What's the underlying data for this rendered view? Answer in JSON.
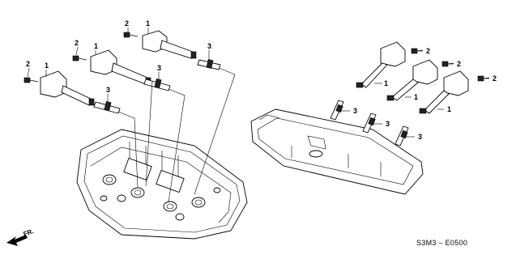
{
  "diagram_code": "S3M3 – E0500",
  "direction_label": "FR.",
  "callouts": {
    "left_bolt_1": "2",
    "left_coil_1": "1",
    "left_bolt_2": "2",
    "left_coil_2": "1",
    "left_bolt_3": "2",
    "left_coil_3": "1",
    "left_plug_1": "3",
    "left_plug_2": "3",
    "left_plug_3": "3",
    "right_bolt_1": "2",
    "right_bolt_2": "2",
    "right_bolt_3": "2",
    "right_coil_1": "1",
    "right_coil_2": "1",
    "right_coil_3": "1",
    "right_plug_1": "3",
    "right_plug_2": "3",
    "right_plug_3": "3"
  },
  "icons": {
    "arrow": "fr-arrow-icon"
  }
}
